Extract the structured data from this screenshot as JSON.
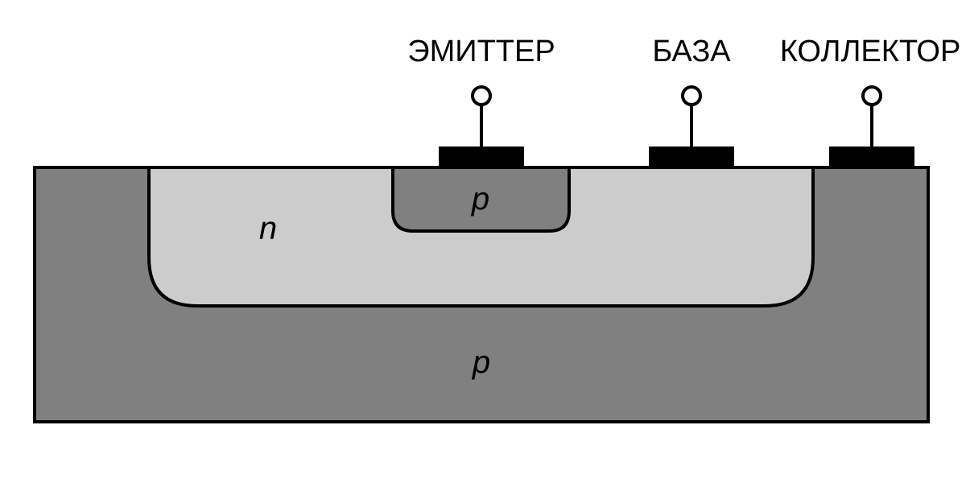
{
  "terminals": {
    "emitter": {
      "label": "ЭМИТТЕР"
    },
    "base": {
      "label": "БАЗА"
    },
    "collector": {
      "label": "КОЛЛЕКТОР"
    }
  },
  "regions": {
    "substrate": {
      "label": "p"
    },
    "n_well": {
      "label": "n"
    },
    "p_emitter": {
      "label": "p"
    }
  },
  "colors": {
    "substrate": "#808080",
    "n_well": "#cccccc",
    "p_emitter": "#808080",
    "contact": "#000000",
    "outline": "#000000"
  }
}
